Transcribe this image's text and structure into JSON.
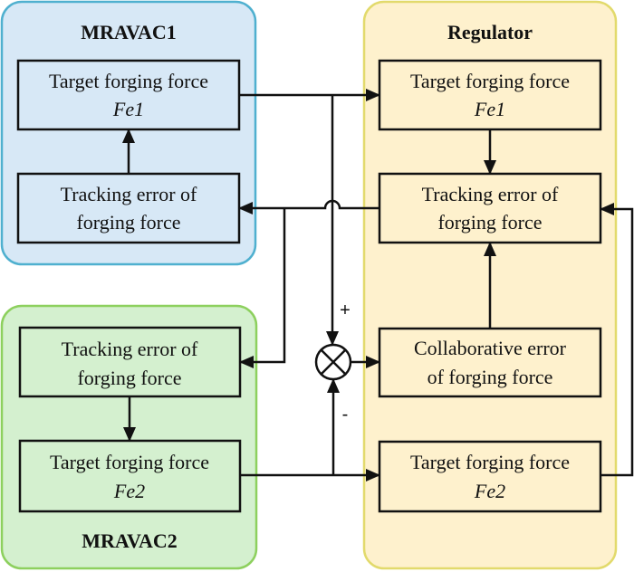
{
  "colors": {
    "mravac1_fill": "#d7e8f6",
    "mravac1_stroke": "#4fb0cf",
    "mravac2_fill": "#d4f0cf",
    "mravac2_stroke": "#8dd05e",
    "regulator_fill": "#fef1cd",
    "regulator_stroke": "#e2da6c",
    "line": "#111111"
  },
  "mravac1": {
    "title": "MRAVAC1",
    "target": {
      "line1": "Target forging force",
      "line2": "Fe1"
    },
    "tracking": {
      "line1": "Tracking error of",
      "line2": "forging force"
    }
  },
  "mravac2": {
    "title": "MRAVAC2",
    "tracking": {
      "line1": "Tracking error of",
      "line2": "forging force"
    },
    "target": {
      "line1": "Target forging force",
      "line2": "Fe2"
    }
  },
  "regulator": {
    "title": "Regulator",
    "target_fe1": {
      "line1": "Target forging force",
      "line2": "Fe1"
    },
    "tracking": {
      "line1": "Tracking error of",
      "line2": "forging force"
    },
    "collaborative": {
      "line1": "Collaborative error",
      "line2": "of forging force"
    },
    "target_fe2": {
      "line1": "Target forging force",
      "line2": "Fe2"
    }
  },
  "summing_junction": {
    "plus_label": "+",
    "minus_label": "-"
  }
}
